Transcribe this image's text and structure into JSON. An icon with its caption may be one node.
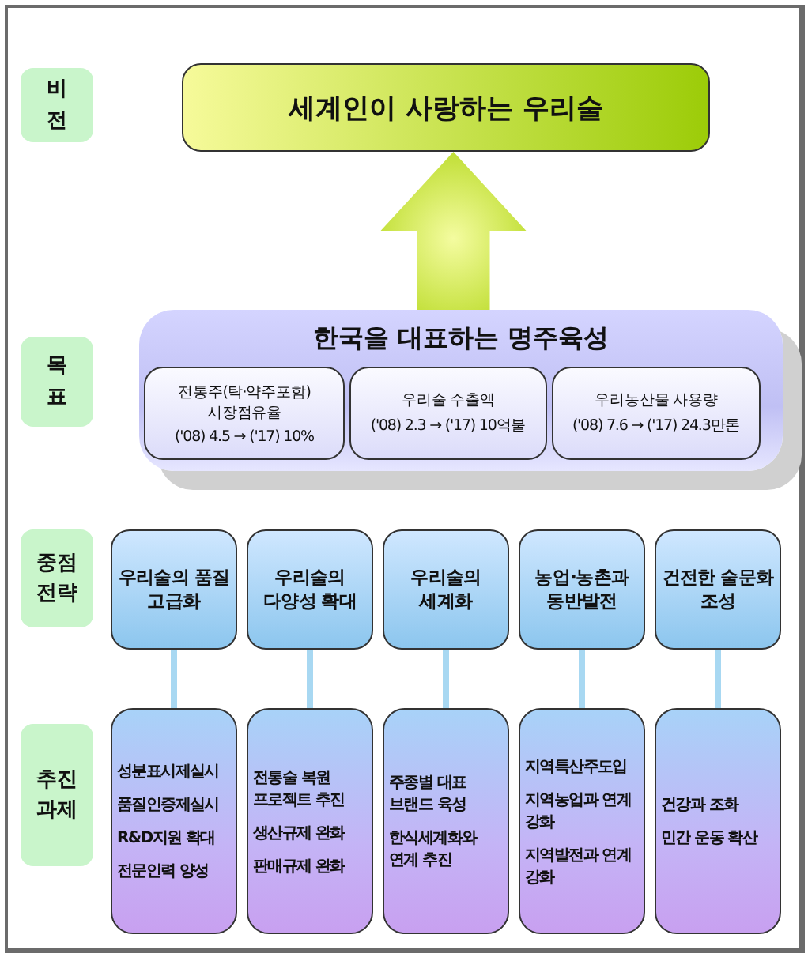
{
  "diagram": {
    "nodes": [
      {
        "text": [
          "비 전"
        ]
      },
      {
        "text": [
          "세계인이 사랑하는 우리술"
        ]
      },
      {
        "text": [
          "목 표"
        ]
      },
      {
        "text": [
          "한국을 대표하는 명주육성"
        ]
      },
      {
        "text": [
          "전통주(탁·약주포함) 시장점유율",
          "('08) 4.5 → ('17) 10%"
        ],
        "in": 3
      },
      {
        "text": [
          "우리술 수출액",
          "('08) 2.3 → ('17) 10억불"
        ],
        "in": 3
      },
      {
        "text": [
          "우리농산물 사용량",
          "('08) 7.6 → ('17) 24.3만톤"
        ],
        "in": 3
      },
      {
        "text": [
          "중점 전략"
        ]
      },
      {
        "text": [
          "우리술의 품질 고급화"
        ]
      },
      {
        "text": [
          "우리술의 다양성 확대"
        ]
      },
      {
        "text": [
          "우리술의 세계화"
        ]
      },
      {
        "text": [
          "농업·농촌과 동반발전"
        ]
      },
      {
        "text": [
          "건전한 술문화 조성"
        ]
      },
      {
        "text": [
          "추진 과제"
        ]
      },
      {
        "text": [
          "성분표시제실시",
          "품질인증제실시",
          "R&D지원 확대",
          "전문인력 양성"
        ]
      },
      {
        "text": [
          "전통술 복원 프로젝트 추진",
          "생산규제 완화",
          "판매규제 완화"
        ]
      },
      {
        "text": [
          "주종별 대표 브랜드 육성",
          "한식세계화와 연계 추진"
        ]
      },
      {
        "text": [
          "지역특산주도입",
          "지역농업과 연계 강화",
          "지역발전과 연계 강화"
        ]
      },
      {
        "text": [
          "건강과 조화",
          "민간 운동 확산"
        ]
      }
    ],
    "edges": [
      {
        "from": 3,
        "to": 1,
        "arrow": "to",
        "style": "thick",
        "color": "#bcdc2c"
      },
      {
        "from": 8,
        "to": 14,
        "arrow": "none"
      },
      {
        "from": 9,
        "to": 15,
        "arrow": "none"
      },
      {
        "from": 10,
        "to": 16,
        "arrow": "none"
      },
      {
        "from": 11,
        "to": 17,
        "arrow": "none"
      },
      {
        "from": 12,
        "to": 18,
        "arrow": "none"
      }
    ]
  }
}
